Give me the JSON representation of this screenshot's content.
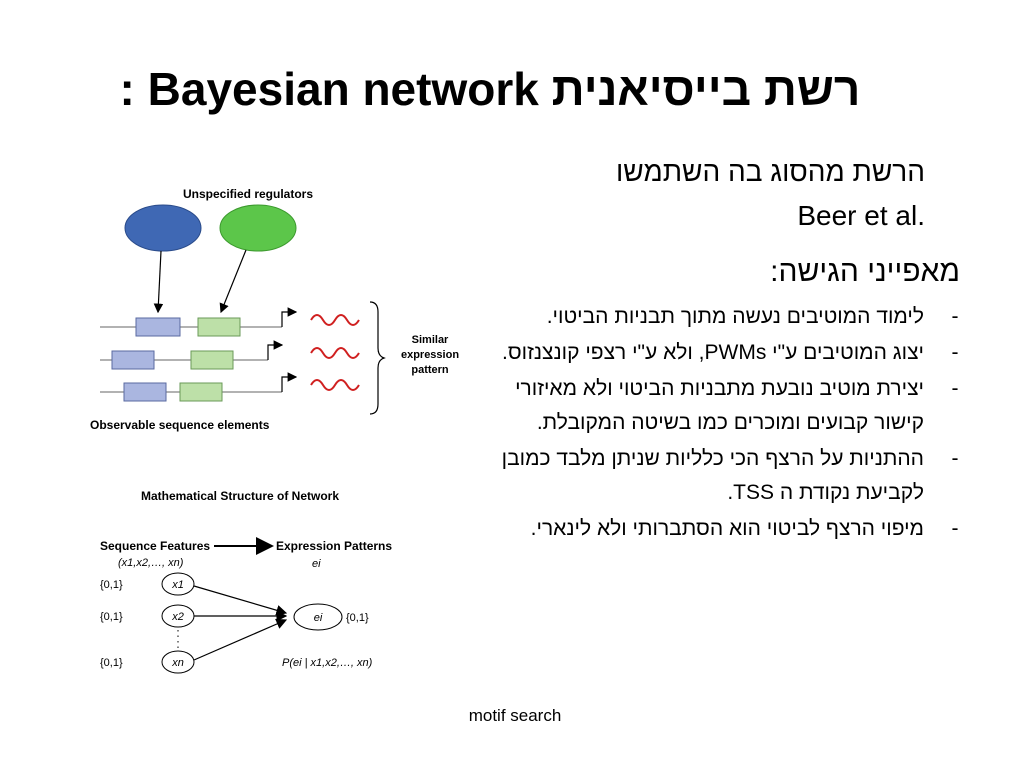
{
  "slide": {
    "title_hebrew": "רשת בייסיאנית",
    "title_english": "Bayesian network",
    "title_colon": ":",
    "intro_line1": "הרשת מהסוג בה השתמשו",
    "intro_line2": "Beer et al.",
    "heading": "מאפייני הגישה:",
    "bullets": [
      {
        "dash": "-",
        "text": "לימוד המוטיבים נעשה מתוך תבניות הביטוי."
      },
      {
        "dash": "-",
        "text": "יצוג המוטיבים ע\"י PWMs, ולא ע\"י רצפי קונצנזוס."
      },
      {
        "dash": "-",
        "text": "יצירת מוטיב נובעת מתבניות הביטוי ולא מאיזורי קישור קבועים ומוכרים כמו בשיטה המקובלת."
      },
      {
        "dash": "-",
        "text": "ההתניות על הרצף הכי כלליות שניתן מלבד כמובן לקביעת נקודת ה TSS."
      },
      {
        "dash": "-",
        "text": "מיפוי הרצף לביטוי הוא הסתברותי ולא לינארי."
      }
    ],
    "footer": "motif search"
  },
  "diagram_top": {
    "label_regulators": "Unspecified regulators",
    "label_similar_1": "Similar",
    "label_similar_2": "expression",
    "label_similar_3": "pattern",
    "label_observable": "Observable sequence elements",
    "colors": {
      "blue": "#3f68b4",
      "green": "#5cc64a",
      "box_blue": "#aab6e0",
      "box_green": "#bde0a8",
      "wave": "#d02020"
    }
  },
  "diagram_bottom": {
    "title": "Mathematical Structure of Network",
    "label_seq_features": "Sequence Features",
    "label_seq_vars": "(x1,x2,…, xn)",
    "label_expr_patterns": "Expression Patterns",
    "label_expr_var": "ei",
    "nodes": [
      {
        "domain": "{0,1}",
        "name": "x1"
      },
      {
        "domain": "{0,1}",
        "name": "x2"
      },
      {
        "domain": "{0,1}",
        "name": "xn"
      }
    ],
    "target_name": "ei",
    "target_domain": "{0,1}",
    "conditional": "P(ei | x1,x2,…, xn)"
  }
}
